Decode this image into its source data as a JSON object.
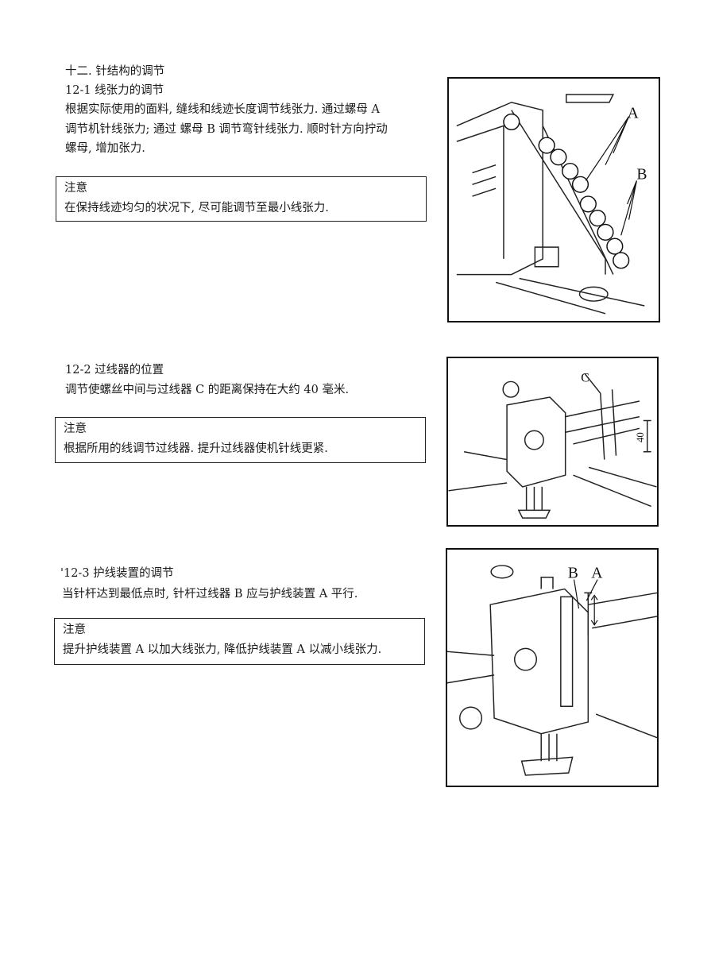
{
  "chapter_title": "十二. 针结构的调节",
  "sections": [
    {
      "heading": "12-1  线张力的调节",
      "body": [
        "根据实际使用的面料, 缝线和线迹长度调节线张力. 通过螺母 A",
        "调节机针线张力; 通过 螺母 B 调节弯针线张力. 顺时针方向拧动",
        "螺母, 增加张力."
      ],
      "note": {
        "title": "注意",
        "text": "在保持线迹均匀的状况下, 尽可能调节至最小线张力."
      },
      "figure_labels": [
        "A",
        "B"
      ]
    },
    {
      "heading": "12-2  过线器的位置",
      "body": [
        "调节使螺丝中间与过线器 C 的距离保持在大约 40 毫米."
      ],
      "note": {
        "title": "注意",
        "text": "根据所用的线调节过线器. 提升过线器使机针线更紧."
      },
      "figure_labels": [
        "C",
        "40"
      ]
    },
    {
      "heading": "'12-3 护线装置的调节",
      "body": [
        "当针杆达到最低点时, 针杆过线器 B 应与护线装置 A 平行."
      ],
      "note": {
        "title": "注意",
        "text": "提升护线装置 A  以加大线张力, 降低护线装置 A 以减小线张力."
      },
      "figure_labels": [
        "B",
        "A"
      ]
    }
  ]
}
